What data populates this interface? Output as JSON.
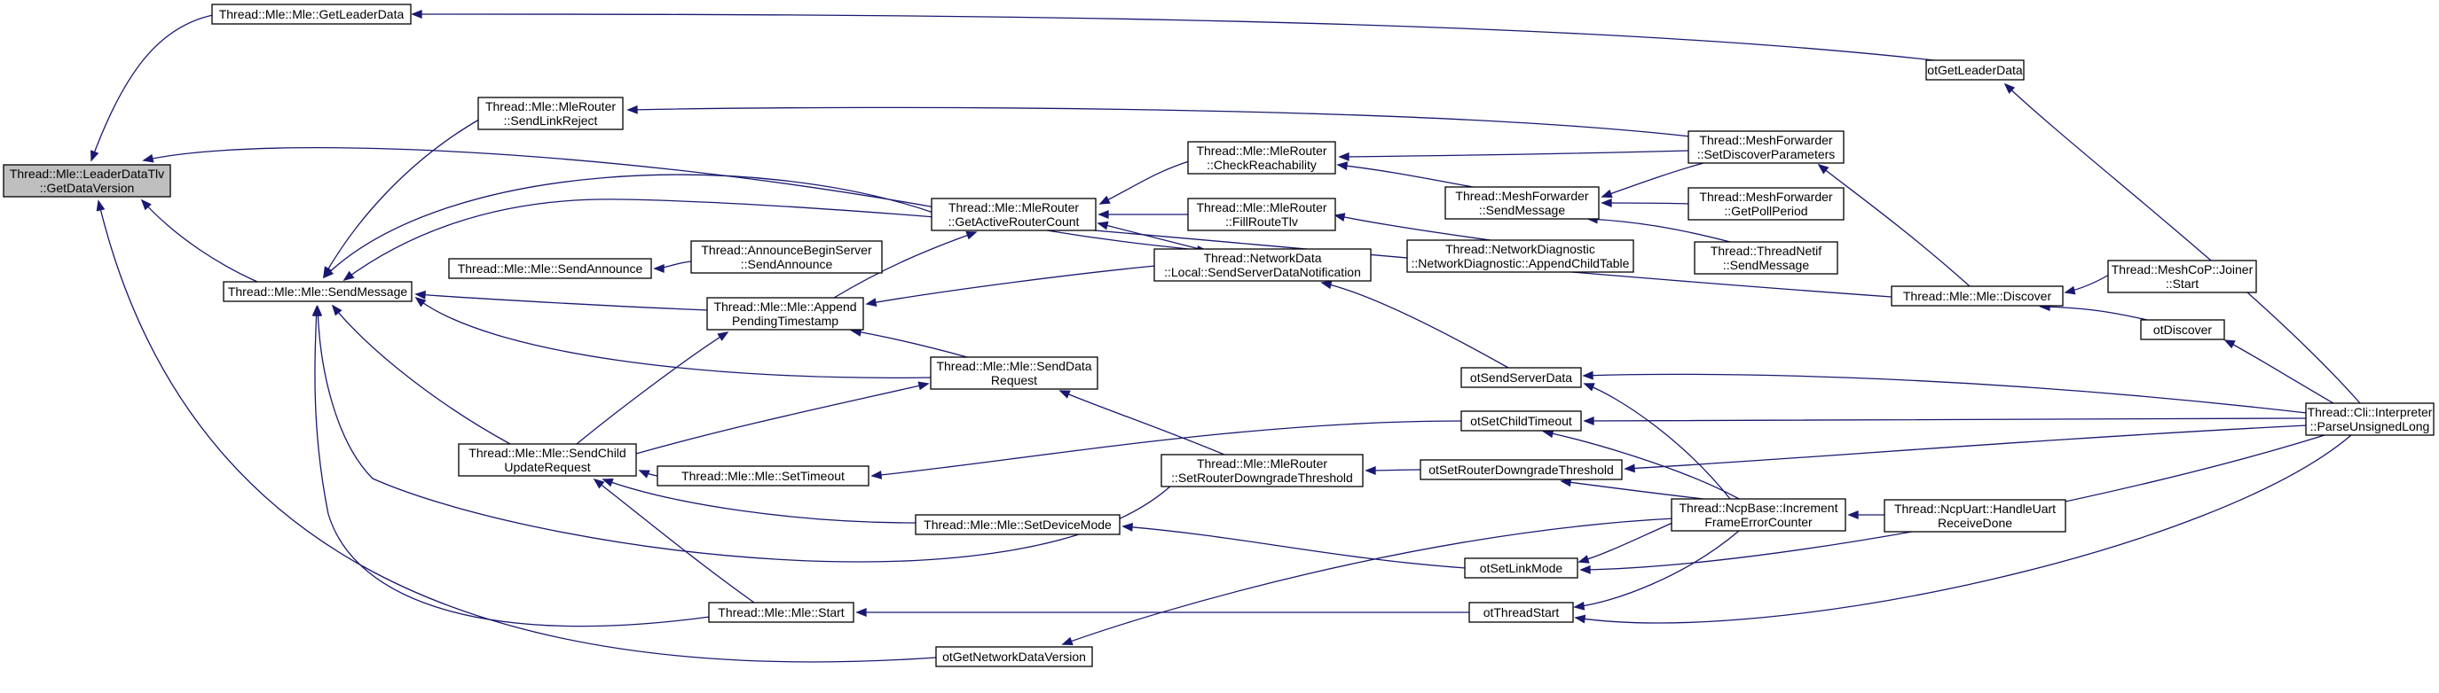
{
  "edge_color": "#191970",
  "root_fill": "#bfbfbf",
  "nodes": [
    {
      "id": "ldt",
      "lines": [
        "Thread::Mle::LeaderDataTlv",
        "::GetDataVersion"
      ],
      "root": true
    },
    {
      "id": "gld",
      "lines": [
        "Thread::Mle::Mle::GetLeaderData"
      ]
    },
    {
      "id": "sm",
      "lines": [
        "Thread::Mle::Mle::SendMessage"
      ]
    },
    {
      "id": "slr",
      "lines": [
        "Thread::Mle::MleRouter",
        "::SendLinkReject"
      ]
    },
    {
      "id": "sa",
      "lines": [
        "Thread::Mle::Mle::SendAnnounce"
      ]
    },
    {
      "id": "apt",
      "lines": [
        "Thread::Mle::Mle::Append",
        "PendingTimestamp"
      ]
    },
    {
      "id": "scur",
      "lines": [
        "Thread::Mle::Mle::SendChild",
        "UpdateRequest"
      ]
    },
    {
      "id": "st",
      "lines": [
        "Thread::Mle::Mle::SetTimeout"
      ]
    },
    {
      "id": "start",
      "lines": [
        "Thread::Mle::Mle::Start"
      ]
    },
    {
      "id": "gac",
      "lines": [
        "Thread::Mle::MleRouter",
        "::GetActiveRouterCount"
      ]
    },
    {
      "id": "sdr",
      "lines": [
        "Thread::Mle::Mle::SendData",
        "Request"
      ]
    },
    {
      "id": "sdm",
      "lines": [
        "Thread::Mle::Mle::SetDeviceMode"
      ]
    },
    {
      "id": "gndv",
      "lines": [
        "otGetNetworkDataVersion"
      ]
    },
    {
      "id": "absa",
      "lines": [
        "Thread::AnnounceBeginServer",
        "::SendAnnounce"
      ]
    },
    {
      "id": "cr",
      "lines": [
        "Thread::Mle::MleRouter",
        "::CheckReachability"
      ]
    },
    {
      "id": "frt",
      "lines": [
        "Thread::Mle::MleRouter",
        "::FillRouteTlv"
      ]
    },
    {
      "id": "ssdn",
      "lines": [
        "Thread::NetworkData",
        "::Local::SendServerDataNotification"
      ]
    },
    {
      "id": "srdt",
      "lines": [
        "Thread::Mle::MleRouter",
        "::SetRouterDowngradeThreshold"
      ]
    },
    {
      "id": "mfsm",
      "lines": [
        "Thread::MeshForwarder",
        "::SendMessage"
      ]
    },
    {
      "id": "nd",
      "lines": [
        "Thread::NetworkDiagnostic",
        "::NetworkDiagnostic::AppendChildTable"
      ]
    },
    {
      "id": "otssd",
      "lines": [
        "otSendServerData"
      ]
    },
    {
      "id": "otsct",
      "lines": [
        "otSetChildTimeout"
      ]
    },
    {
      "id": "otsrdt",
      "lines": [
        "otSetRouterDowngradeThreshold"
      ]
    },
    {
      "id": "otslm",
      "lines": [
        "otSetLinkMode"
      ]
    },
    {
      "id": "otts",
      "lines": [
        "otThreadStart"
      ]
    },
    {
      "id": "otgld",
      "lines": [
        "otGetLeaderData"
      ]
    },
    {
      "id": "mfsdp",
      "lines": [
        "Thread::MeshForwarder",
        "::SetDiscoverParameters"
      ]
    },
    {
      "id": "mfgpp",
      "lines": [
        "Thread::MeshForwarder",
        "::GetPollPeriod"
      ]
    },
    {
      "id": "tnsm",
      "lines": [
        "Thread::ThreadNetif",
        "::SendMessage"
      ]
    },
    {
      "id": "disc",
      "lines": [
        "Thread::Mle::Mle::Discover"
      ]
    },
    {
      "id": "ncp",
      "lines": [
        "Thread::NcpBase::Increment",
        "FrameErrorCounter"
      ]
    },
    {
      "id": "mcjs",
      "lines": [
        "Thread::MeshCoP::Joiner",
        "::Start"
      ]
    },
    {
      "id": "otd",
      "lines": [
        "otDiscover"
      ]
    },
    {
      "id": "uart",
      "lines": [
        "Thread::NcpUart::HandleUart",
        "ReceiveDone"
      ]
    },
    {
      "id": "cli",
      "lines": [
        "Thread::Cli::Interpreter",
        "::ParseUnsignedLong"
      ]
    }
  ],
  "edges": [
    {
      "from": "gld",
      "to": "ldt"
    },
    {
      "from": "gac",
      "to": "ldt"
    },
    {
      "from": "sm",
      "to": "ldt"
    },
    {
      "from": "gndv",
      "to": "ldt"
    },
    {
      "from": "otgld",
      "to": "gld"
    },
    {
      "from": "cli",
      "to": "otgld"
    },
    {
      "from": "slr",
      "to": "sm"
    },
    {
      "from": "gac",
      "to": "sm"
    },
    {
      "from": "disc",
      "to": "sm"
    },
    {
      "from": "sa",
      "to": "sm"
    },
    {
      "from": "apt",
      "to": "sm"
    },
    {
      "from": "sdr",
      "to": "sm"
    },
    {
      "from": "scur",
      "to": "sm"
    },
    {
      "from": "srdt",
      "to": "sm"
    },
    {
      "from": "start",
      "to": "sm"
    },
    {
      "from": "mfsdp",
      "to": "slr"
    },
    {
      "from": "absa",
      "to": "sa"
    },
    {
      "from": "sdr",
      "to": "apt"
    },
    {
      "from": "ssdn",
      "to": "apt"
    },
    {
      "from": "scur",
      "to": "apt"
    },
    {
      "from": "st",
      "to": "scur"
    },
    {
      "from": "sdm",
      "to": "scur"
    },
    {
      "from": "start",
      "to": "scur"
    },
    {
      "from": "otsct",
      "to": "st"
    },
    {
      "from": "otts",
      "to": "start"
    },
    {
      "from": "cr",
      "to": "gac"
    },
    {
      "from": "frt",
      "to": "gac"
    },
    {
      "from": "ssdn",
      "to": "gac"
    },
    {
      "from": "apt",
      "to": "gac"
    },
    {
      "from": "scur",
      "to": "sdr"
    },
    {
      "from": "srdt",
      "to": "sdr"
    },
    {
      "from": "otslm",
      "to": "sdm"
    },
    {
      "from": "ncp",
      "to": "gndv"
    },
    {
      "from": "mfsdp",
      "to": "cr"
    },
    {
      "from": "mfsm",
      "to": "cr"
    },
    {
      "from": "nd",
      "to": "frt"
    },
    {
      "from": "gac",
      "to": "ssdn"
    },
    {
      "from": "otssd",
      "to": "ssdn"
    },
    {
      "from": "otsrdt",
      "to": "srdt"
    },
    {
      "from": "mfsdp",
      "to": "mfsm"
    },
    {
      "from": "mfgpp",
      "to": "mfsm"
    },
    {
      "from": "tnsm",
      "to": "mfsm"
    },
    {
      "from": "ncp",
      "to": "otssd"
    },
    {
      "from": "cli",
      "to": "otssd"
    },
    {
      "from": "ncp",
      "to": "otsct"
    },
    {
      "from": "cli",
      "to": "otsct"
    },
    {
      "from": "ncp",
      "to": "otsrdt"
    },
    {
      "from": "cli",
      "to": "otsrdt"
    },
    {
      "from": "ncp",
      "to": "otslm"
    },
    {
      "from": "cli",
      "to": "otslm"
    },
    {
      "from": "ncp",
      "to": "otts"
    },
    {
      "from": "cli",
      "to": "otts"
    },
    {
      "from": "disc",
      "to": "mfsdp"
    },
    {
      "from": "mcjs",
      "to": "disc"
    },
    {
      "from": "otd",
      "to": "disc"
    },
    {
      "from": "cli",
      "to": "otd"
    },
    {
      "from": "uart",
      "to": "ncp"
    }
  ]
}
